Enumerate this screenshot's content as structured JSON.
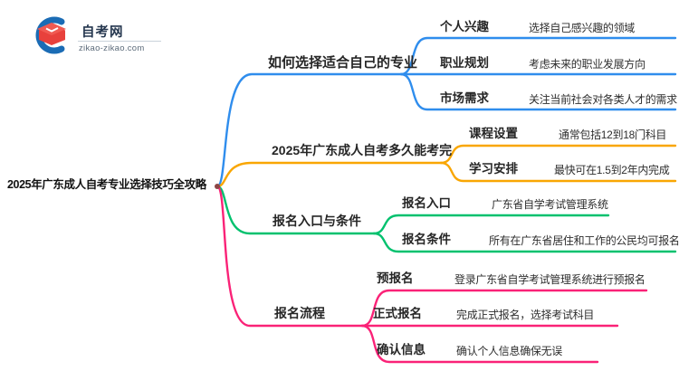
{
  "logo": {
    "site_name": "自考网",
    "site_url": "zikao-zikao.com"
  },
  "root": {
    "title": "2025年广东成人自考专业选择技巧全攻略"
  },
  "colors": {
    "branch1": "#2F8DED",
    "branch2": "#F9A602",
    "branch3": "#00C16E",
    "branch4": "#FA2277",
    "root_anchor": "#8d4545",
    "logo_blue": "#1B6CB5",
    "logo_red": "#E8413C",
    "logo_red_light": "#F05A52"
  },
  "branches": [
    {
      "label": "如何选择适合自己的专业",
      "children": [
        {
          "topic": "个人兴趣",
          "detail": "选择自己感兴趣的领域"
        },
        {
          "topic": "职业规划",
          "detail": "考虑未来的职业发展方向"
        },
        {
          "topic": "市场需求",
          "detail": "关注当前社会对各类人才的需求"
        }
      ]
    },
    {
      "label": "2025年广东成人自考多久能考完",
      "children": [
        {
          "topic": "课程设置",
          "detail": "通常包括12到18门科目"
        },
        {
          "topic": "学习安排",
          "detail": "最快可在1.5到2年内完成"
        }
      ]
    },
    {
      "label": "报名入口与条件",
      "children": [
        {
          "topic": "报名入口",
          "detail": "广东省自学考试管理系统"
        },
        {
          "topic": "报名条件",
          "detail": "所有在广东省居住和工作的公民均可报名"
        }
      ]
    },
    {
      "label": "报名流程",
      "children": [
        {
          "topic": "预报名",
          "detail": "登录广东省自学考试管理系统进行预报名"
        },
        {
          "topic": "正式报名",
          "detail": "完成正式报名，选择考试科目"
        },
        {
          "topic": "确认信息",
          "detail": "确认个人信息确保无误"
        }
      ]
    }
  ]
}
